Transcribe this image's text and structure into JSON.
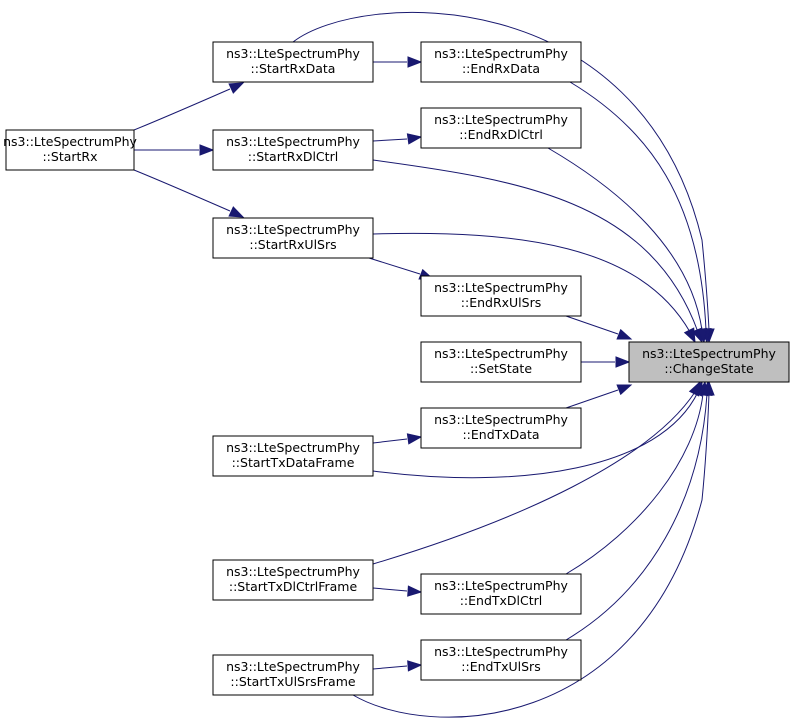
{
  "diagram": {
    "nodes": [
      {
        "id": "start_rx",
        "line1": "ns3::LteSpectrumPhy",
        "line2": "::StartRx"
      },
      {
        "id": "start_rx_data",
        "line1": "ns3::LteSpectrumPhy",
        "line2": "::StartRxData"
      },
      {
        "id": "start_rx_dl_ctrl",
        "line1": "ns3::LteSpectrumPhy",
        "line2": "::StartRxDlCtrl"
      },
      {
        "id": "start_rx_ul_srs",
        "line1": "ns3::LteSpectrumPhy",
        "line2": "::StartRxUlSrs"
      },
      {
        "id": "end_rx_data",
        "line1": "ns3::LteSpectrumPhy",
        "line2": "::EndRxData"
      },
      {
        "id": "end_rx_dl_ctrl",
        "line1": "ns3::LteSpectrumPhy",
        "line2": "::EndRxDlCtrl"
      },
      {
        "id": "end_rx_ul_srs",
        "line1": "ns3::LteSpectrumPhy",
        "line2": "::EndRxUlSrs"
      },
      {
        "id": "set_state",
        "line1": "ns3::LteSpectrumPhy",
        "line2": "::SetState"
      },
      {
        "id": "end_tx_data",
        "line1": "ns3::LteSpectrumPhy",
        "line2": "::EndTxData"
      },
      {
        "id": "start_tx_data_frame",
        "line1": "ns3::LteSpectrumPhy",
        "line2": "::StartTxDataFrame"
      },
      {
        "id": "start_tx_dl_ctrl_frame",
        "line1": "ns3::LteSpectrumPhy",
        "line2": "::StartTxDlCtrlFrame"
      },
      {
        "id": "end_tx_dl_ctrl",
        "line1": "ns3::LteSpectrumPhy",
        "line2": "::EndTxDlCtrl"
      },
      {
        "id": "start_tx_ul_srs_frame",
        "line1": "ns3::LteSpectrumPhy",
        "line2": "::StartTxUlSrsFrame"
      },
      {
        "id": "end_tx_ul_srs",
        "line1": "ns3::LteSpectrumPhy",
        "line2": "::EndTxUlSrs"
      },
      {
        "id": "change_state",
        "line1": "ns3::LteSpectrumPhy",
        "line2": "::ChangeState"
      }
    ],
    "edges": [
      {
        "from": "start_rx",
        "to": "start_rx_data"
      },
      {
        "from": "start_rx",
        "to": "start_rx_dl_ctrl"
      },
      {
        "from": "start_rx",
        "to": "start_rx_ul_srs"
      },
      {
        "from": "start_rx_data",
        "to": "end_rx_data"
      },
      {
        "from": "start_rx_data",
        "to": "change_state"
      },
      {
        "from": "start_rx_dl_ctrl",
        "to": "end_rx_dl_ctrl"
      },
      {
        "from": "start_rx_dl_ctrl",
        "to": "change_state"
      },
      {
        "from": "start_rx_ul_srs",
        "to": "end_rx_ul_srs"
      },
      {
        "from": "start_rx_ul_srs",
        "to": "change_state"
      },
      {
        "from": "end_rx_data",
        "to": "change_state"
      },
      {
        "from": "end_rx_dl_ctrl",
        "to": "change_state"
      },
      {
        "from": "end_rx_ul_srs",
        "to": "change_state"
      },
      {
        "from": "set_state",
        "to": "change_state"
      },
      {
        "from": "end_tx_data",
        "to": "change_state"
      },
      {
        "from": "start_tx_data_frame",
        "to": "end_tx_data"
      },
      {
        "from": "start_tx_data_frame",
        "to": "change_state"
      },
      {
        "from": "start_tx_dl_ctrl_frame",
        "to": "change_state"
      },
      {
        "from": "start_tx_dl_ctrl_frame",
        "to": "end_tx_dl_ctrl"
      },
      {
        "from": "end_tx_dl_ctrl",
        "to": "change_state"
      },
      {
        "from": "start_tx_ul_srs_frame",
        "to": "end_tx_ul_srs"
      },
      {
        "from": "start_tx_ul_srs_frame",
        "to": "change_state"
      },
      {
        "from": "end_tx_ul_srs",
        "to": "change_state"
      }
    ],
    "highlighted_node": "change_state",
    "colors": {
      "edge": "#191970",
      "node_border": "#000000",
      "node_fill": "#ffffff",
      "highlight_fill": "#bfbfbf"
    }
  }
}
